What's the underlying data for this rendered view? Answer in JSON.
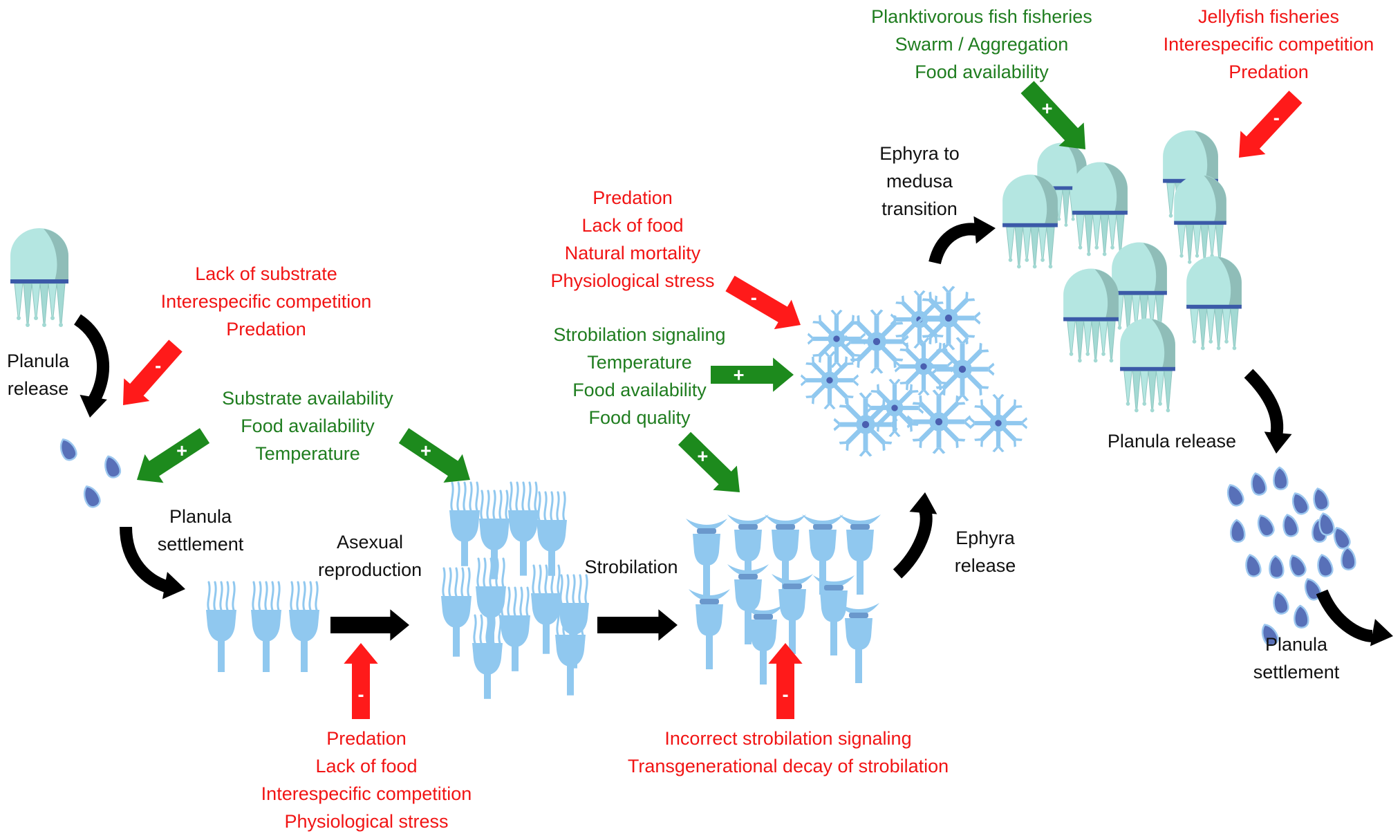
{
  "colors": {
    "negative": "#ff1a1a",
    "positive": "#1d8a1d",
    "flow": "#000000",
    "medusa": "#b4e6e1",
    "medusa_shade": "#8fbdb8",
    "polyp": "#90c8ef",
    "planula": "#5870b8"
  },
  "stages": {
    "planula_release_1": [
      "Planula",
      "release"
    ],
    "planula_settlement_1": [
      "Planula",
      "settlement"
    ],
    "asexual_reproduction": [
      "Asexual",
      "reproduction"
    ],
    "strobilation": [
      "Strobilation"
    ],
    "ephyra_release": [
      "Ephyra",
      "release"
    ],
    "ephyra_to_medusa": [
      "Ephyra to",
      "medusa",
      "transition"
    ],
    "planula_release_2": [
      "Planula release"
    ],
    "planula_settlement_2": [
      "Planula",
      "settlement"
    ]
  },
  "factors": {
    "planula_negative": [
      "Lack of substrate",
      "Interespecific competition",
      "Predation"
    ],
    "settlement_positive": [
      "Substrate availability",
      "Food availability",
      "Temperature"
    ],
    "polyp_negative": [
      "Predation",
      "Lack of food",
      "Interespecific competition",
      "Physiological stress"
    ],
    "ephyra_negative": [
      "Predation",
      "Lack of food",
      "Natural mortality",
      "Physiological stress"
    ],
    "strobilation_positive": [
      "Strobilation signaling",
      "Temperature",
      "Food availability",
      "Food quality"
    ],
    "strobilation_negative": [
      "Incorrect strobilation signaling",
      "Transgenerational decay of strobilation"
    ],
    "medusa_positive": [
      "Planktivorous fish fisheries",
      "Swarm / Aggregation",
      "Food availability"
    ],
    "medusa_negative": [
      "Jellyfish fisheries",
      "Interespecific competition",
      "Predation"
    ]
  },
  "signs": {
    "plus": "+",
    "minus": "-"
  }
}
